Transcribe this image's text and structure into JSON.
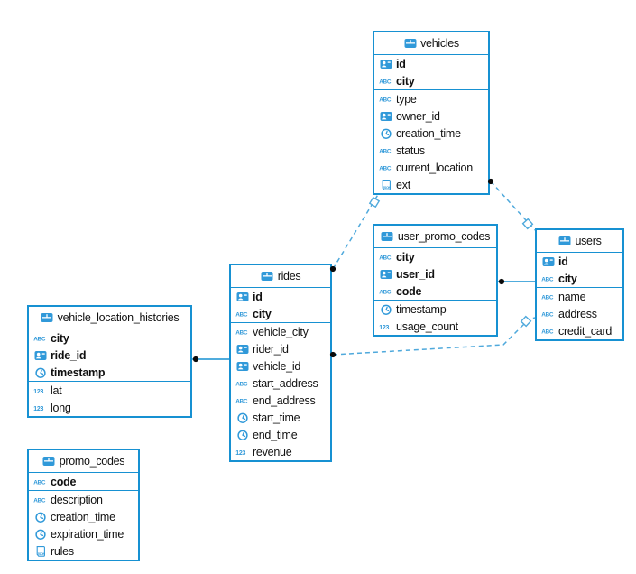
{
  "diagram": {
    "tables": [
      {
        "name": "vehicles",
        "columns": [
          {
            "name": "id",
            "icon": "id",
            "pk": true
          },
          {
            "name": "city",
            "icon": "abc",
            "pk": true
          },
          {
            "name": "type",
            "icon": "abc"
          },
          {
            "name": "owner_id",
            "icon": "id"
          },
          {
            "name": "creation_time",
            "icon": "clock"
          },
          {
            "name": "status",
            "icon": "abc"
          },
          {
            "name": "current_location",
            "icon": "abc"
          },
          {
            "name": "ext",
            "icon": "json"
          }
        ]
      },
      {
        "name": "user_promo_codes",
        "columns": [
          {
            "name": "city",
            "icon": "abc",
            "pk": true
          },
          {
            "name": "user_id",
            "icon": "id",
            "pk": true
          },
          {
            "name": "code",
            "icon": "abc",
            "pk": true
          },
          {
            "name": "timestamp",
            "icon": "clock"
          },
          {
            "name": "usage_count",
            "icon": "number"
          }
        ]
      },
      {
        "name": "users",
        "columns": [
          {
            "name": "id",
            "icon": "id",
            "pk": true
          },
          {
            "name": "city",
            "icon": "abc",
            "pk": true
          },
          {
            "name": "name",
            "icon": "abc"
          },
          {
            "name": "address",
            "icon": "abc"
          },
          {
            "name": "credit_card",
            "icon": "abc"
          }
        ]
      },
      {
        "name": "rides",
        "columns": [
          {
            "name": "id",
            "icon": "id",
            "pk": true
          },
          {
            "name": "city",
            "icon": "abc",
            "pk": true
          },
          {
            "name": "vehicle_city",
            "icon": "abc"
          },
          {
            "name": "rider_id",
            "icon": "id"
          },
          {
            "name": "vehicle_id",
            "icon": "id"
          },
          {
            "name": "start_address",
            "icon": "abc"
          },
          {
            "name": "end_address",
            "icon": "abc"
          },
          {
            "name": "start_time",
            "icon": "clock"
          },
          {
            "name": "end_time",
            "icon": "clock"
          },
          {
            "name": "revenue",
            "icon": "number"
          }
        ]
      },
      {
        "name": "vehicle_location_histories",
        "columns": [
          {
            "name": "city",
            "icon": "abc",
            "pk": true
          },
          {
            "name": "ride_id",
            "icon": "id",
            "pk": true
          },
          {
            "name": "timestamp",
            "icon": "clock",
            "pk": true
          },
          {
            "name": "lat",
            "icon": "number"
          },
          {
            "name": "long",
            "icon": "number"
          }
        ]
      },
      {
        "name": "promo_codes",
        "columns": [
          {
            "name": "code",
            "icon": "abc",
            "pk": true
          },
          {
            "name": "description",
            "icon": "abc"
          },
          {
            "name": "creation_time",
            "icon": "clock"
          },
          {
            "name": "expiration_time",
            "icon": "clock"
          },
          {
            "name": "rules",
            "icon": "json"
          }
        ]
      }
    ],
    "relationships": [
      {
        "from": "rides",
        "to": "vehicles",
        "line": "dashed",
        "from_marker": "dot",
        "to_marker": "diamond"
      },
      {
        "from": "vehicles",
        "to": "users",
        "line": "dashed",
        "from_marker": "dot",
        "to_marker": "diamond"
      },
      {
        "from": "rides",
        "to": "users",
        "line": "dashed",
        "from_marker": "dot",
        "to_marker": "diamond"
      },
      {
        "from": "user_promo_codes",
        "to": "users",
        "line": "solid",
        "from_marker": "dot",
        "to_marker": "none"
      },
      {
        "from": "vehicle_location_histories",
        "to": "rides",
        "line": "solid",
        "from_marker": "dot",
        "to_marker": "none"
      }
    ],
    "colors": {
      "border": "#1791d2",
      "icon": "#3099d9",
      "dashed_line": "#4fa9dc",
      "solid_line": "#1791d2",
      "dot": "#0a0a0a",
      "text": "#111111",
      "background": "#ffffff"
    }
  }
}
